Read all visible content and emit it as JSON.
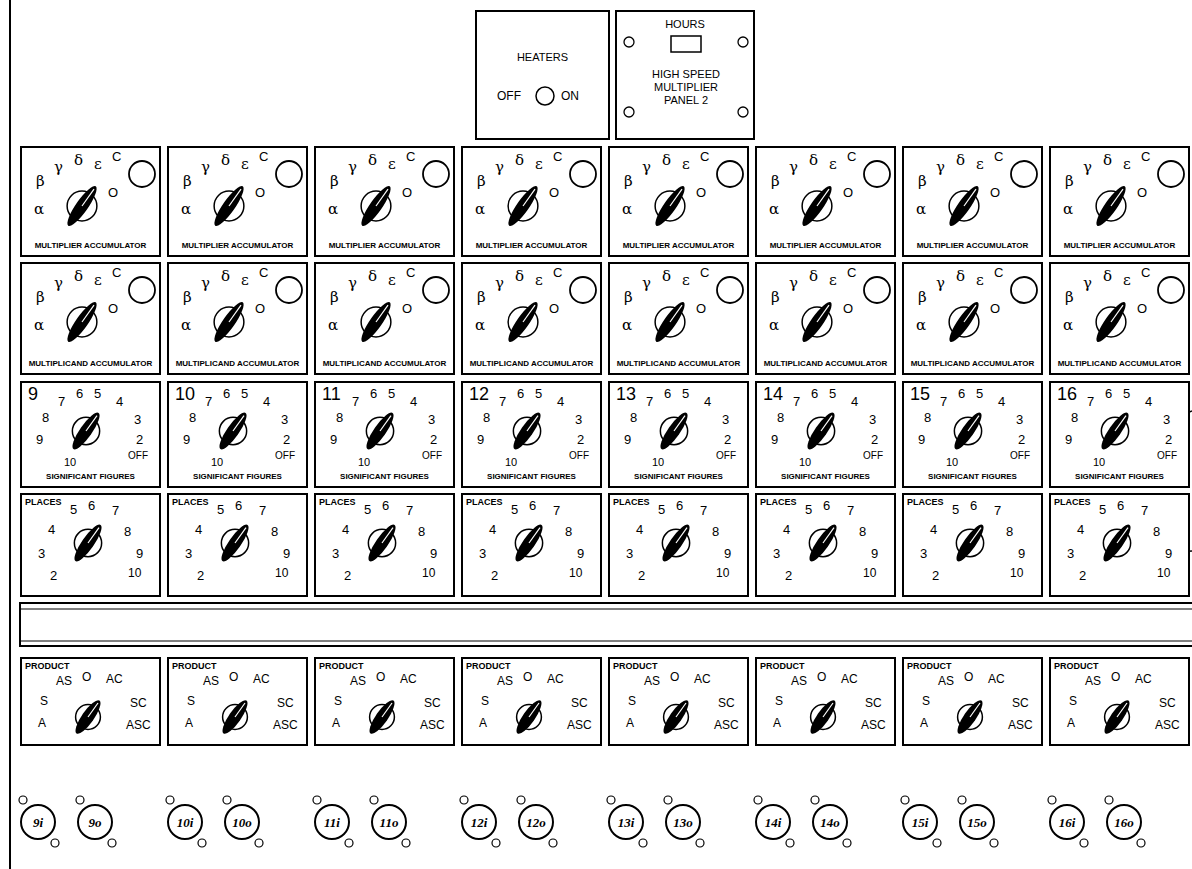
{
  "diagram": {
    "nodes": [
      {
        "text": [
          "HEATERS",
          "OFF",
          "ON"
        ]
      },
      {
        "text": [
          "HOURS",
          "HIGH SPEED MULTIPLIER PANEL 2"
        ]
      },
      {
        "text": [
          "β",
          "γ",
          "δ",
          "ε",
          "C",
          "α",
          "O",
          "MULTIPLIER ACCUMULATOR"
        ]
      },
      {
        "text": [
          "β",
          "γ",
          "δ",
          "ε",
          "C",
          "α",
          "O",
          "MULTIPLIER ACCUMULATOR"
        ]
      },
      {
        "text": [
          "β",
          "γ",
          "δ",
          "ε",
          "C",
          "α",
          "O",
          "MULTIPLIER ACCUMULATOR"
        ]
      },
      {
        "text": [
          "β",
          "γ",
          "δ",
          "ε",
          "C",
          "α",
          "O",
          "MULTIPLIER ACCUMULATOR"
        ]
      },
      {
        "text": [
          "β",
          "γ",
          "δ",
          "ε",
          "C",
          "α",
          "O",
          "MULTIPLIER ACCUMULATOR"
        ]
      },
      {
        "text": [
          "β",
          "γ",
          "δ",
          "ε",
          "C",
          "α",
          "O",
          "MULTIPLIER ACCUMULATOR"
        ]
      },
      {
        "text": [
          "β",
          "γ",
          "δ",
          "ε",
          "C",
          "α",
          "O",
          "MULTIPLIER ACCUMULATOR"
        ]
      },
      {
        "text": [
          "β",
          "γ",
          "δ",
          "ε",
          "C",
          "α",
          "O",
          "MULTIPLIER ACCUMULATOR"
        ]
      },
      {
        "text": [
          "β",
          "γ",
          "δ",
          "ε",
          "C",
          "α",
          "O",
          "MULTIPLICAND ACCUMULATOR"
        ]
      },
      {
        "text": [
          "β",
          "γ",
          "δ",
          "ε",
          "C",
          "α",
          "O",
          "MULTIPLICAND ACCUMULATOR"
        ]
      },
      {
        "text": [
          "β",
          "γ",
          "δ",
          "ε",
          "C",
          "α",
          "O",
          "MULTIPLICAND ACCUMULATOR"
        ]
      },
      {
        "text": [
          "β",
          "γ",
          "δ",
          "ε",
          "C",
          "α",
          "O",
          "MULTIPLICAND ACCUMULATOR"
        ]
      },
      {
        "text": [
          "β",
          "γ",
          "δ",
          "ε",
          "C",
          "α",
          "O",
          "MULTIPLICAND ACCUMULATOR"
        ]
      },
      {
        "text": [
          "β",
          "γ",
          "δ",
          "ε",
          "C",
          "α",
          "O",
          "MULTIPLICAND ACCUMULATOR"
        ]
      },
      {
        "text": [
          "β",
          "γ",
          "δ",
          "ε",
          "C",
          "α",
          "O",
          "MULTIPLICAND ACCUMULATOR"
        ]
      },
      {
        "text": [
          "β",
          "γ",
          "δ",
          "ε",
          "C",
          "α",
          "O",
          "MULTIPLICAND ACCUMULATOR"
        ]
      },
      {
        "text": [
          "9",
          "8",
          "7",
          "6",
          "5",
          "4",
          "3",
          "9",
          "2",
          "10",
          "OFF",
          "SIGNIFICANT FIGURES"
        ]
      },
      {
        "text": [
          "10",
          "8",
          "7",
          "6",
          "5",
          "4",
          "3",
          "9",
          "2",
          "10",
          "OFF",
          "SIGNIFICANT FIGURES"
        ]
      },
      {
        "text": [
          "11",
          "8",
          "7",
          "6",
          "5",
          "4",
          "3",
          "9",
          "2",
          "10",
          "OFF",
          "SIGNIFICANT FIGURES"
        ]
      },
      {
        "text": [
          "12",
          "8",
          "7",
          "6",
          "5",
          "4",
          "3",
          "9",
          "2",
          "10",
          "OFF",
          "SIGNIFICANT FIGURES"
        ]
      },
      {
        "text": [
          "13",
          "8",
          "7",
          "6",
          "5",
          "4",
          "3",
          "9",
          "2",
          "10",
          "OFF",
          "SIGNIFICANT FIGURES"
        ]
      },
      {
        "text": [
          "14",
          "8",
          "7",
          "6",
          "5",
          "4",
          "3",
          "9",
          "2",
          "10",
          "OFF",
          "SIGNIFICANT FIGURES"
        ]
      },
      {
        "text": [
          "15",
          "8",
          "7",
          "6",
          "5",
          "4",
          "3",
          "9",
          "2",
          "10",
          "OFF",
          "SIGNIFICANT FIGURES"
        ]
      },
      {
        "text": [
          "16",
          "8",
          "7",
          "6",
          "5",
          "4",
          "3",
          "9",
          "2",
          "10",
          "OFF",
          "SIGNIFICANT FIGURES"
        ]
      },
      {
        "text": [
          "PLACES",
          "5",
          "6",
          "7",
          "4",
          "8",
          "3",
          "9",
          "2",
          "10"
        ]
      },
      {
        "text": [
          "PLACES",
          "5",
          "6",
          "7",
          "4",
          "8",
          "3",
          "9",
          "2",
          "10"
        ]
      },
      {
        "text": [
          "PLACES",
          "5",
          "6",
          "7",
          "4",
          "8",
          "3",
          "9",
          "2",
          "10"
        ]
      },
      {
        "text": [
          "PLACES",
          "5",
          "6",
          "7",
          "4",
          "8",
          "3",
          "9",
          "2",
          "10"
        ]
      },
      {
        "text": [
          "PLACES",
          "5",
          "6",
          "7",
          "4",
          "8",
          "3",
          "9",
          "2",
          "10"
        ]
      },
      {
        "text": [
          "PLACES",
          "5",
          "6",
          "7",
          "4",
          "8",
          "3",
          "9",
          "2",
          "10"
        ]
      },
      {
        "text": [
          "PLACES",
          "5",
          "6",
          "7",
          "4",
          "8",
          "3",
          "9",
          "2",
          "10"
        ]
      },
      {
        "text": [
          "PLACES",
          "5",
          "6",
          "7",
          "4",
          "8",
          "3",
          "9",
          "2",
          "10"
        ]
      },
      {
        "text": [
          "PRODUCT",
          "AS",
          "O",
          "AC",
          "S",
          "SC",
          "A",
          "ASC"
        ]
      },
      {
        "text": [
          "PRODUCT",
          "AS",
          "O",
          "AC",
          "S",
          "SC",
          "A",
          "ASC"
        ]
      },
      {
        "text": [
          "PRODUCT",
          "AS",
          "O",
          "AC",
          "S",
          "SC",
          "A",
          "ASC"
        ]
      },
      {
        "text": [
          "PRODUCT",
          "AS",
          "O",
          "AC",
          "S",
          "SC",
          "A",
          "ASC"
        ]
      },
      {
        "text": [
          "PRODUCT",
          "AS",
          "O",
          "AC",
          "S",
          "SC",
          "A",
          "ASC"
        ]
      },
      {
        "text": [
          "PRODUCT",
          "AS",
          "O",
          "AC",
          "S",
          "SC",
          "A",
          "ASC"
        ]
      },
      {
        "text": [
          "PRODUCT",
          "AS",
          "O",
          "AC",
          "S",
          "SC",
          "A",
          "ASC"
        ]
      },
      {
        "text": [
          "PRODUCT",
          "AS",
          "O",
          "AC",
          "S",
          "SC",
          "A",
          "ASC"
        ]
      },
      {
        "text": [
          "9i"
        ]
      },
      {
        "text": [
          "9o"
        ]
      },
      {
        "text": [
          "10i"
        ]
      },
      {
        "text": [
          "10o"
        ]
      },
      {
        "text": [
          "11i"
        ]
      },
      {
        "text": [
          "11o"
        ]
      },
      {
        "text": [
          "12i"
        ]
      },
      {
        "text": [
          "12o"
        ]
      },
      {
        "text": [
          "13i"
        ]
      },
      {
        "text": [
          "13o"
        ]
      },
      {
        "text": [
          "14i"
        ]
      },
      {
        "text": [
          "14o"
        ]
      },
      {
        "text": [
          "15i"
        ]
      },
      {
        "text": [
          "15o"
        ]
      },
      {
        "text": [
          "16i"
        ]
      },
      {
        "text": [
          "16o"
        ]
      }
    ]
  }
}
